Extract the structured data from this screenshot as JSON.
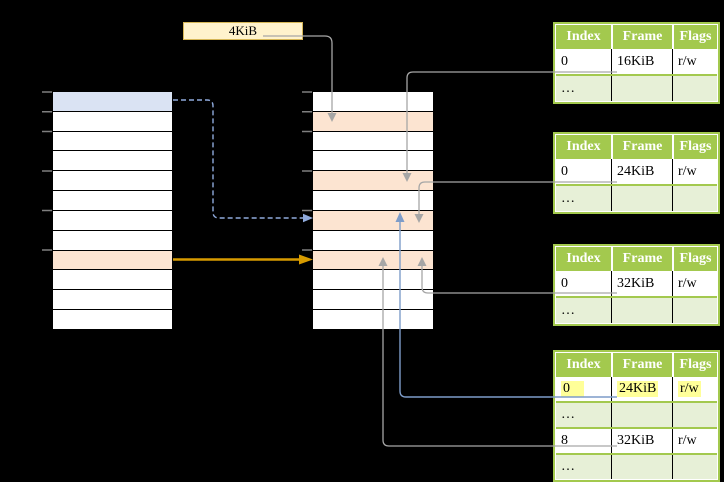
{
  "free_block": {
    "label": "4KiB"
  },
  "memory": {
    "left": {
      "rows": [
        "blue",
        "white",
        "white",
        "white",
        "white",
        "white",
        "white",
        "white",
        "orange",
        "white",
        "white",
        "white"
      ]
    },
    "middle": {
      "rows": [
        "white",
        "orange",
        "white",
        "white",
        "orange",
        "white",
        "orange",
        "white",
        "orange",
        "white",
        "white",
        "white"
      ]
    }
  },
  "page_tables": [
    {
      "name": "page-table-16kib",
      "headers": [
        "Index",
        "Frame",
        "Flags"
      ],
      "rows": [
        {
          "cells": [
            "0",
            "16KiB",
            "r/w"
          ]
        },
        {
          "cells": [
            "…",
            "",
            ""
          ]
        }
      ]
    },
    {
      "name": "page-table-24kib",
      "headers": [
        "Index",
        "Frame",
        "Flags"
      ],
      "rows": [
        {
          "cells": [
            "0",
            "24KiB",
            "r/w"
          ]
        },
        {
          "cells": [
            "…",
            "",
            ""
          ]
        }
      ]
    },
    {
      "name": "page-table-32kib",
      "headers": [
        "Index",
        "Frame",
        "Flags"
      ],
      "rows": [
        {
          "cells": [
            "0",
            "32KiB",
            "r/w"
          ]
        },
        {
          "cells": [
            "…",
            "",
            ""
          ]
        }
      ]
    },
    {
      "name": "page-table-level2",
      "headers": [
        "Index",
        "Frame",
        "Flags"
      ],
      "rows": [
        {
          "cells": [
            "0",
            "24KiB",
            "r/w"
          ],
          "highlighted": true
        },
        {
          "cells": [
            "…",
            "",
            ""
          ]
        },
        {
          "cells": [
            "8",
            "32KiB",
            "r/w"
          ]
        },
        {
          "cells": [
            "…",
            "",
            ""
          ]
        }
      ]
    }
  ],
  "colors": {
    "header_green": "#a3c94e",
    "row_green": "#e7f0d7",
    "highlight_yellow": "#ffff99",
    "block_blue": "#dae3f3",
    "block_orange": "#fce4d1",
    "free_box_fill": "#fff2cc",
    "free_box_border": "#d6b656",
    "gray_connector": "#a6a6a6",
    "blue_connector": "#7d9cc9",
    "blue_dashed": "#8faadc",
    "orange_arrow": "#d79b00",
    "tick_gray": "#7f7f7f"
  }
}
